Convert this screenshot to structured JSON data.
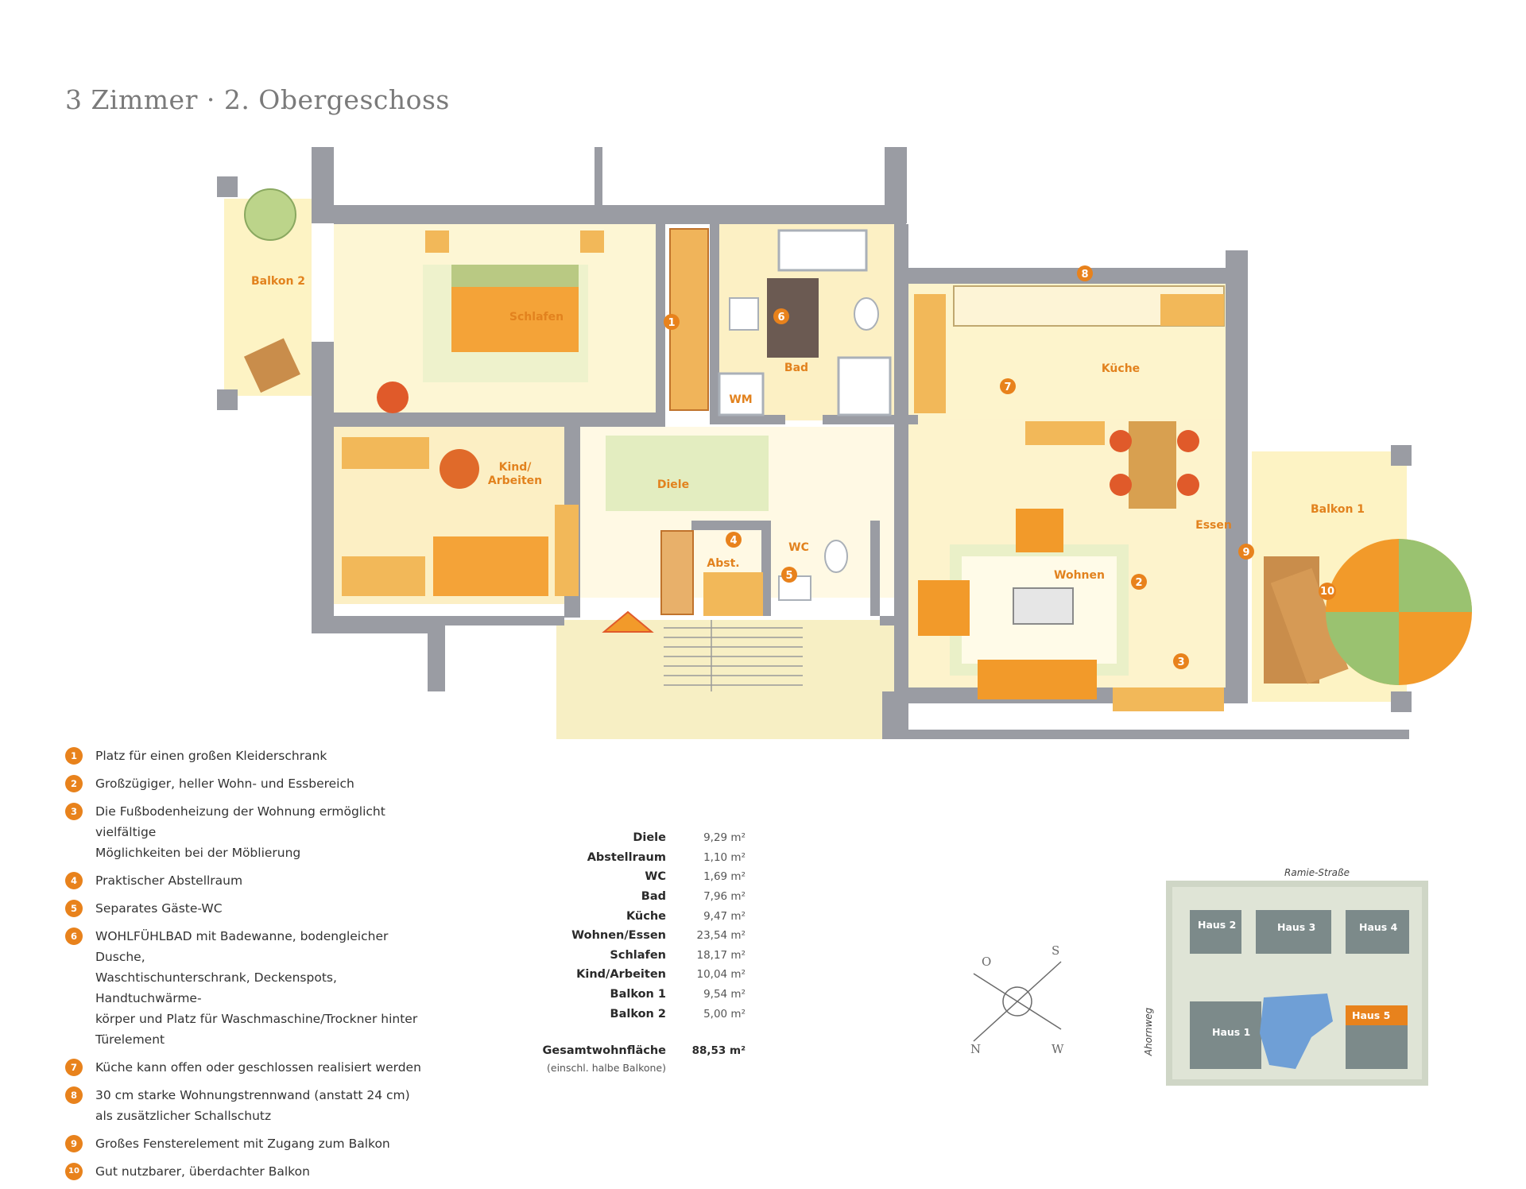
{
  "title": "3 Zimmer · 2. Obergeschoss",
  "plan": {
    "rooms": {
      "balkon2": "Balkon 2",
      "schlafen": "Schlafen",
      "bad": "Bad",
      "wm": "WM",
      "kueche": "Küche",
      "kind_line1": "Kind/",
      "kind_line2": "Arbeiten",
      "diele": "Diele",
      "abst": "Abst.",
      "wc": "WC",
      "essen": "Essen",
      "wohnen": "Wohnen",
      "balkon1": "Balkon 1"
    },
    "markers": [
      "1",
      "2",
      "3",
      "4",
      "5",
      "6",
      "7",
      "8",
      "9",
      "10"
    ]
  },
  "legend": [
    {
      "num": "1",
      "lines": [
        "Platz für einen großen Kleiderschrank"
      ]
    },
    {
      "num": "2",
      "lines": [
        "Großzügiger, heller Wohn- und Essbereich"
      ]
    },
    {
      "num": "3",
      "lines": [
        "Die Fußbodenheizung der Wohnung ermöglicht vielfältige",
        "Möglichkeiten bei der Möblierung"
      ]
    },
    {
      "num": "4",
      "lines": [
        "Praktischer Abstellraum"
      ]
    },
    {
      "num": "5",
      "lines": [
        "Separates Gäste-WC"
      ]
    },
    {
      "num": "6",
      "lines": [
        "WOHLFÜHLBAD mit Badewanne, bodengleicher Dusche,",
        "Waschtischunterschrank, Deckenspots, Handtuchwärme-",
        "körper und Platz für Waschmaschine/Trockner hinter",
        "Türelement"
      ]
    },
    {
      "num": "7",
      "lines": [
        "Küche kann offen oder geschlossen realisiert werden"
      ]
    },
    {
      "num": "8",
      "lines": [
        "30 cm starke Wohnungstrennwand (anstatt 24 cm)",
        "als zusätzlicher Schallschutz"
      ]
    },
    {
      "num": "9",
      "lines": [
        "Großes Fensterelement mit Zugang zum Balkon"
      ]
    },
    {
      "num": "10",
      "lines": [
        "Gut nutzbarer, überdachter Balkon"
      ]
    }
  ],
  "areas": {
    "rows": [
      {
        "name": "Diele",
        "value": "9,29 m²"
      },
      {
        "name": "Abstellraum",
        "value": "1,10 m²"
      },
      {
        "name": "WC",
        "value": "1,69 m²"
      },
      {
        "name": "Bad",
        "value": "7,96 m²"
      },
      {
        "name": "Küche",
        "value": "9,47 m²"
      },
      {
        "name": "Wohnen/Essen",
        "value": "23,54 m²"
      },
      {
        "name": "Schlafen",
        "value": "18,17 m²"
      },
      {
        "name": "Kind/Arbeiten",
        "value": "10,04 m²"
      },
      {
        "name": "Balkon 1",
        "value": "9,54 m²"
      },
      {
        "name": "Balkon 2",
        "value": "5,00 m²"
      }
    ],
    "total_label": "Gesamtwohnfläche",
    "total_value": "88,53 m²",
    "note": "(einschl. halbe Balkone)"
  },
  "compass": {
    "o": "O",
    "s": "S",
    "n": "N",
    "w": "W"
  },
  "siteplan": {
    "street": "Ramie-Straße",
    "side_street": "Ahornweg",
    "houses": [
      "Haus 2",
      "Haus 3",
      "Haus 4",
      "Haus 1",
      "Haus 5"
    ],
    "highlight": "Haus 5"
  },
  "colors": {
    "accent": "#e8821c",
    "wall": "#9a9ca3",
    "floor": "#fff4cc"
  }
}
